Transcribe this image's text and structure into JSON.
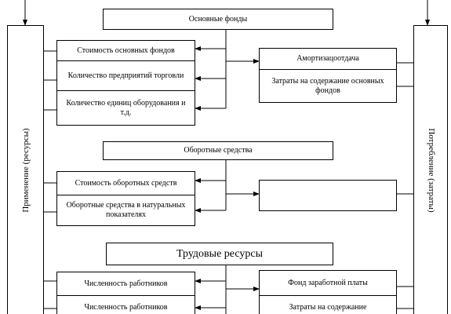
{
  "side_labels": {
    "left": "Применение (ресурсы)",
    "right": "Потребление (затраты)"
  },
  "sections": {
    "fixed_assets": {
      "title": "Основные фонды",
      "resources": [
        "Стоимость основных фондов",
        "Количество предприятий торговли",
        "Количество единиц оборудования и т.д."
      ],
      "costs": [
        "Амортизацоотдача",
        "Затраты на содержание основных фондов"
      ]
    },
    "working_capital": {
      "title": "Оборотные средства",
      "resources": [
        "Стоимость оборотных средств",
        "Оборотные средства в натуральных показателях"
      ],
      "costs": [
        ""
      ]
    },
    "labor": {
      "title": "Трудовые ресурсы",
      "resources": [
        "Численность работников",
        "Численность работников"
      ],
      "costs": [
        "Фонд заработной платы",
        "Затраты на содержание"
      ]
    }
  }
}
